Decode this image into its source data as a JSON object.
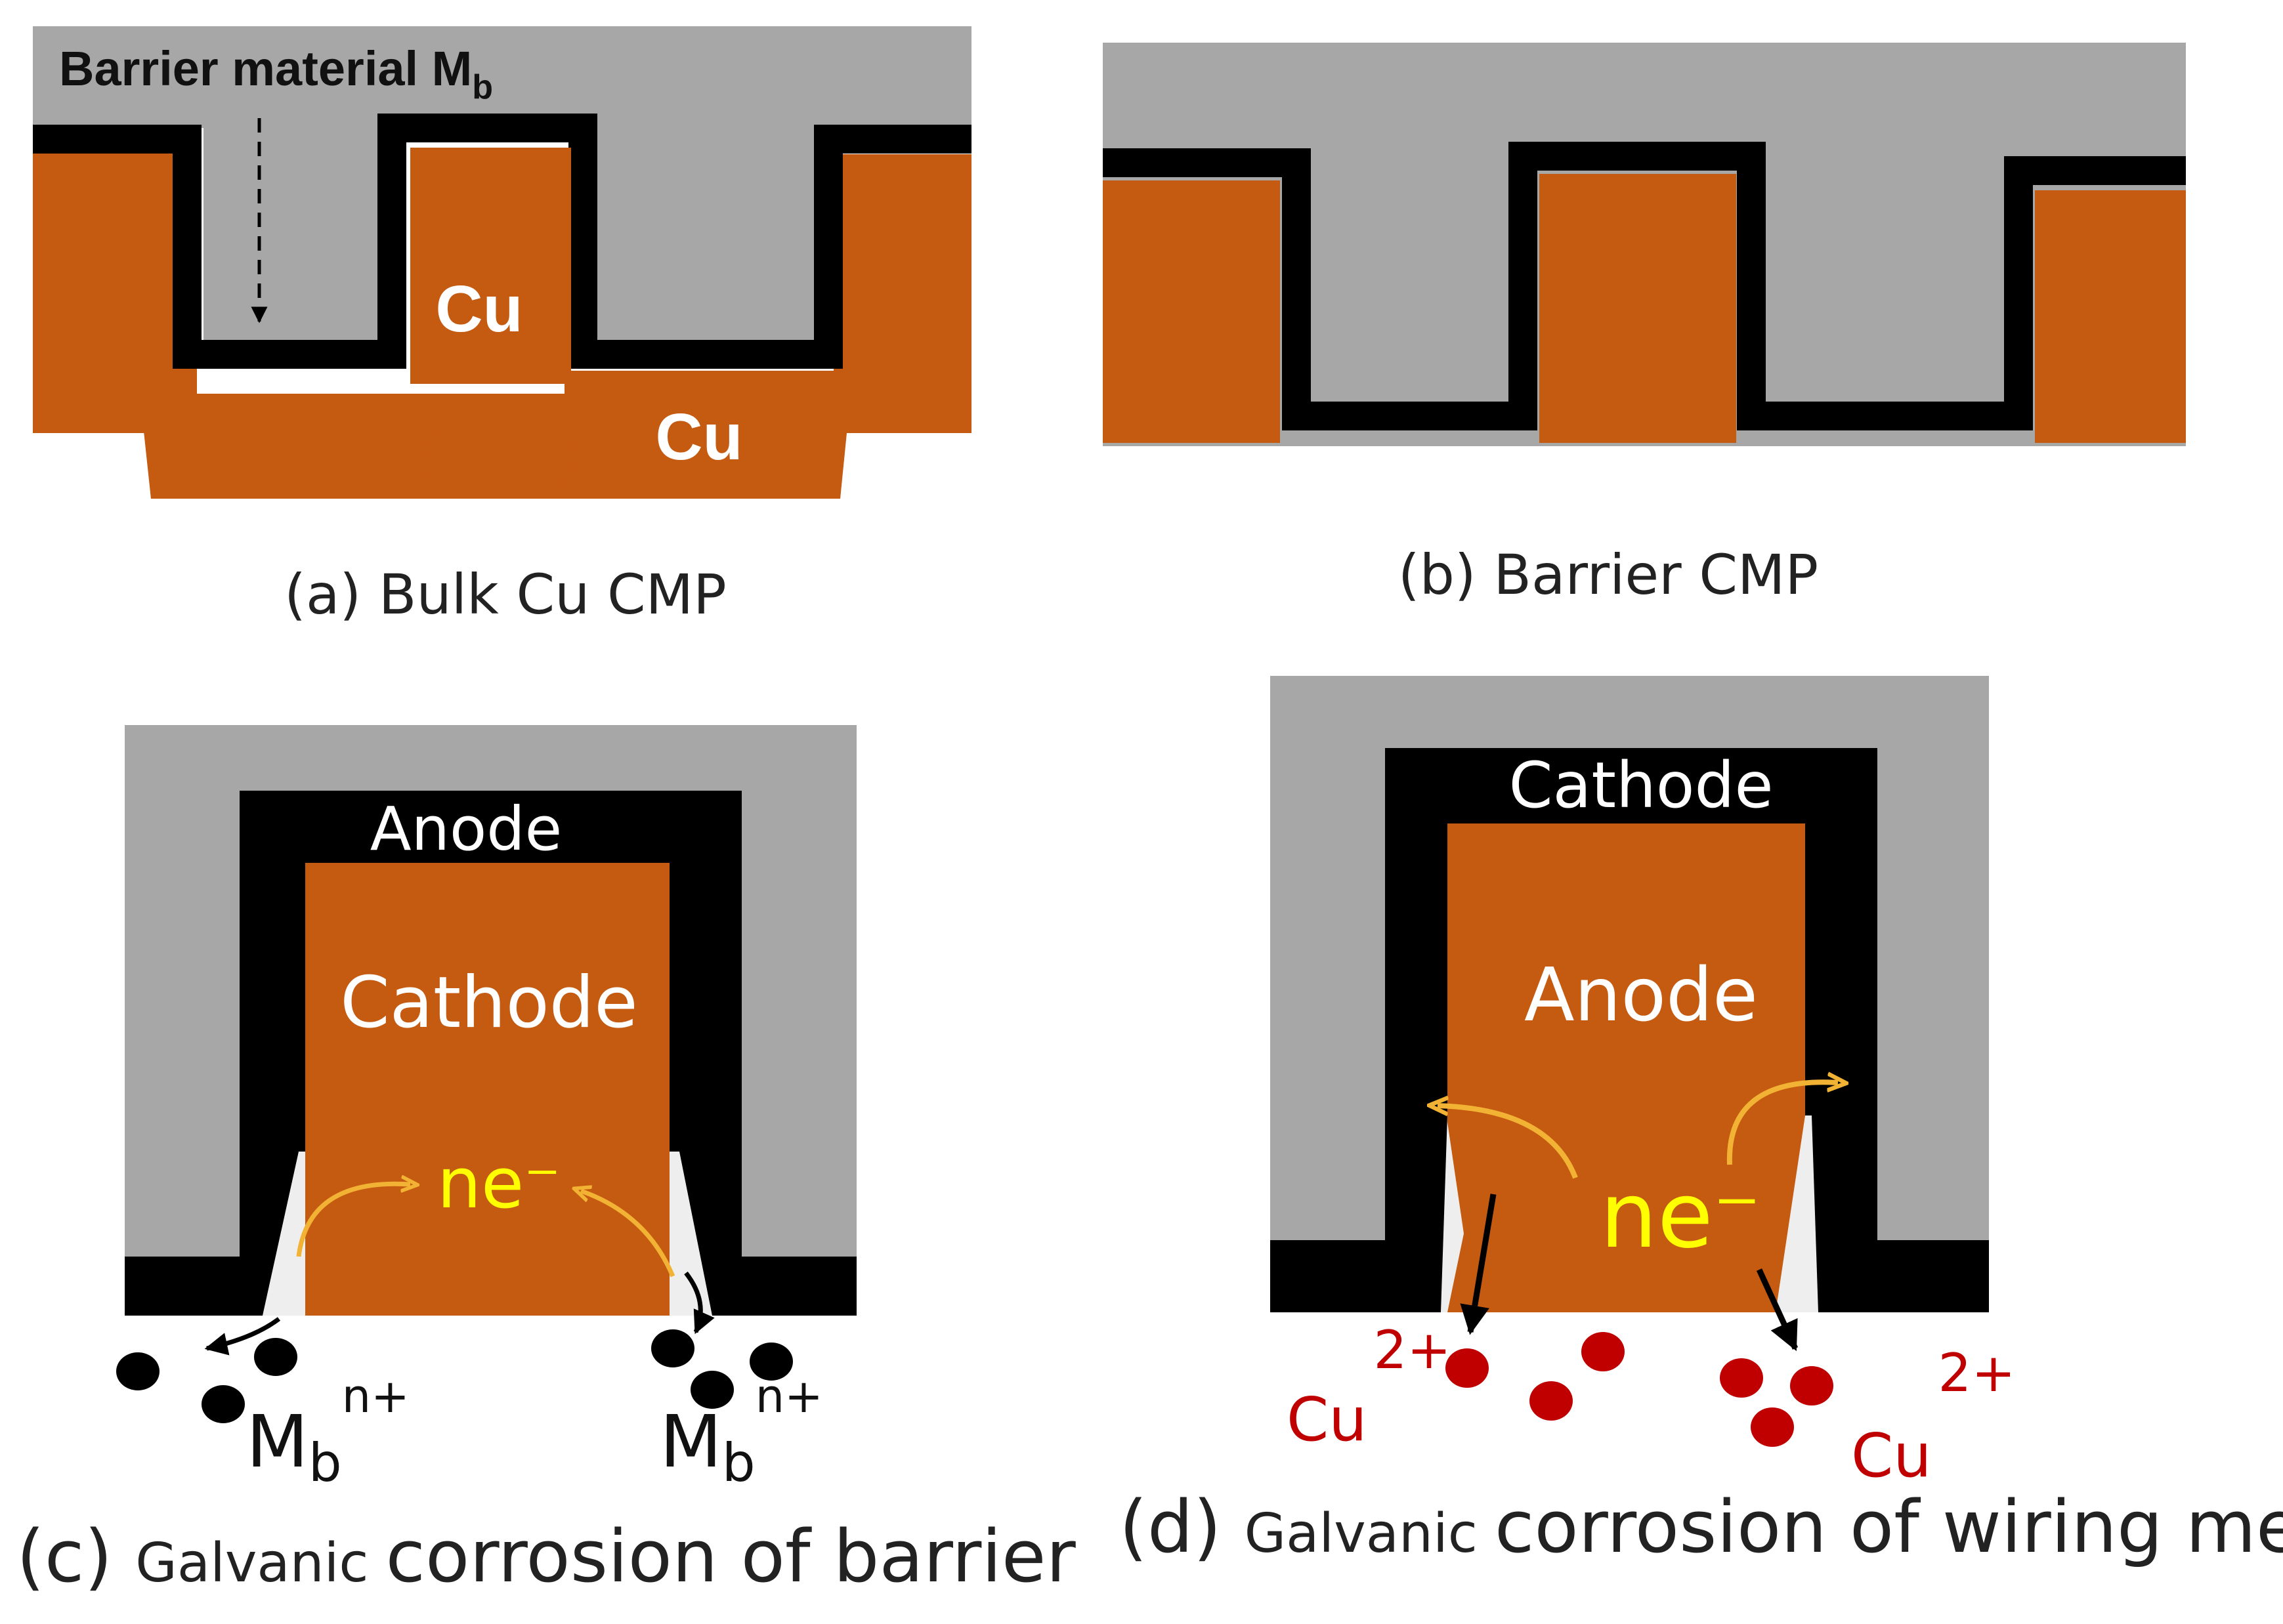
{
  "colors": {
    "dielectric": "#a7a7a7",
    "barrier": "#000000",
    "copper": "#c55a11",
    "electron_arrow": "#f2b233",
    "electron_text": "#ffff00",
    "cu_ion": "#c00000",
    "ion_text": "#c00000",
    "void": "#eeeeee",
    "caption": "#222222"
  },
  "panel_a": {
    "caption": "(a) Bulk Cu CMP",
    "barrier_label": "Barrier material M",
    "barrier_label_sub": "b",
    "cu_label_1": "Cu",
    "cu_label_2": "Cu"
  },
  "panel_b": {
    "caption": "(b) Barrier CMP"
  },
  "panel_c": {
    "caption_prefix": "(c) ",
    "caption_small": "Galvanic ",
    "caption_rest": "corrosion of barrier",
    "anode_label": "Anode",
    "cathode_label": "Cathode",
    "electron_label": "ne⁻",
    "ion_left_base": "M",
    "ion_left_sub": "b",
    "ion_left_sup": "n+",
    "ion_right_base": "M",
    "ion_right_sub": "b",
    "ion_right_sup": "n+"
  },
  "panel_d": {
    "caption_prefix": "(d) ",
    "caption_small": "Galvanic ",
    "caption_rest": "corrosion of wiring metal",
    "cathode_label": "Cathode",
    "anode_label": "Anode",
    "electron_label": "ne⁻",
    "ion_left_base": "Cu",
    "ion_left_sup": "2+",
    "ion_right_base": "Cu",
    "ion_right_sup": "2+"
  }
}
